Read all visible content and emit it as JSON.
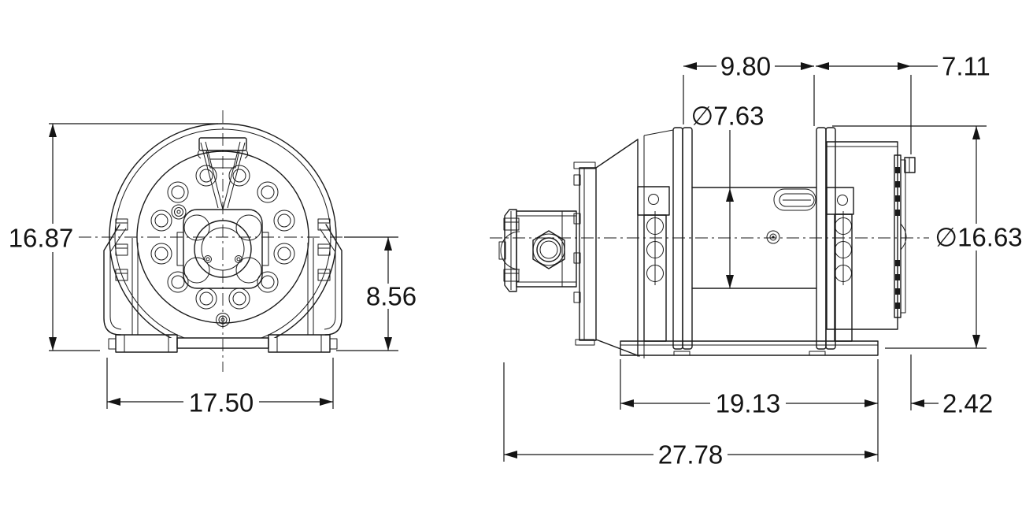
{
  "page": {
    "background": "#ffffff",
    "line_color": "#141414"
  },
  "front_view": {
    "dimensions": {
      "overall_height": "16.87",
      "center_height": "8.56",
      "base_width": "17.50"
    }
  },
  "side_view": {
    "dimensions": {
      "drum_length": "9.80",
      "end_length": "7.11",
      "barrel_diameter": "∅7.63",
      "flange_diameter": "∅16.63",
      "base_length": "19.13",
      "rear_overhang": "2.42",
      "overall_length": "27.78"
    }
  }
}
